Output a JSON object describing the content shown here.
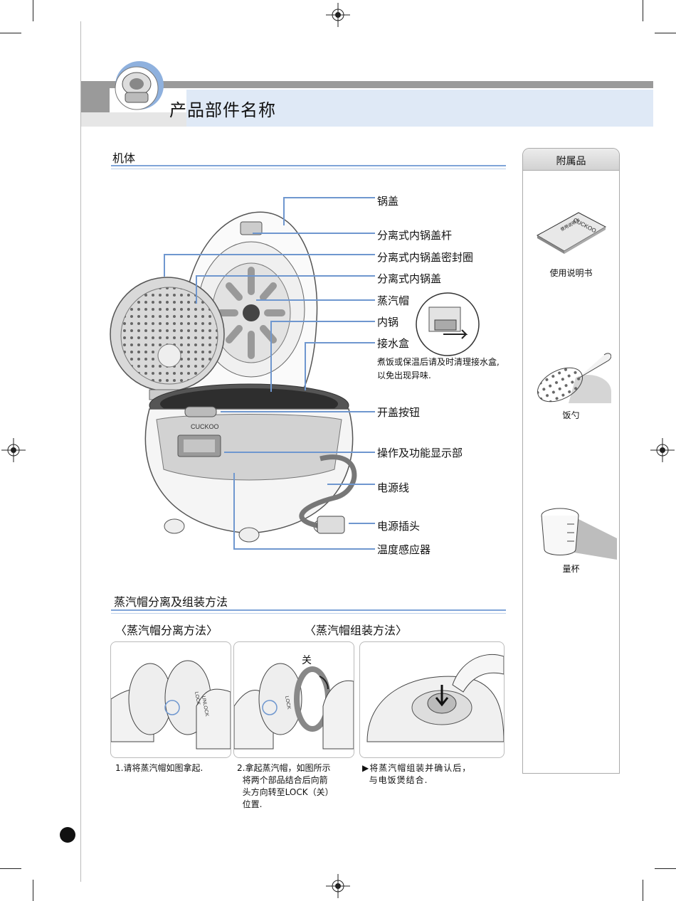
{
  "header": {
    "title": "产品部件名称"
  },
  "body_section": {
    "title": "机体",
    "parts": [
      {
        "label": "锅盖"
      },
      {
        "label": "分离式内锅盖杆"
      },
      {
        "label": "分离式内锅盖密封圈"
      },
      {
        "label": "分离式内锅盖"
      },
      {
        "label": "蒸汽帽"
      },
      {
        "label": "内锅"
      },
      {
        "label": "接水盒"
      },
      {
        "label": "开盖按钮"
      },
      {
        "label": "操作及功能显示部"
      },
      {
        "label": "电源线"
      },
      {
        "label": "电源插头"
      },
      {
        "label": "温度感应器"
      }
    ],
    "water_box_note": [
      "煮饭或保温后请及时清理接水盒,",
      "以免出现异味."
    ],
    "brand": "CUCKOO"
  },
  "steam_section": {
    "title": "蒸汽帽分离及组装方法",
    "detach_title": "〈蒸汽帽分离方法〉",
    "assemble_title": "〈蒸汽帽组装方法〉",
    "close_marker": "关",
    "lock_text": "LOCK",
    "unlock_text": "UNLOCK",
    "steps": [
      {
        "lines": [
          "1.请将蒸汽帽如图拿起."
        ]
      },
      {
        "lines": [
          "2.拿起蒸汽帽，如图所示",
          "  将两个部品结合后向箭",
          "  头方向转至LOCK（关）",
          "  位置."
        ]
      },
      {
        "lines": [
          "▶将蒸汽帽组装并确认后，",
          "  与电饭煲结合."
        ]
      }
    ]
  },
  "accessories": {
    "title": "附属品",
    "items": [
      {
        "label": "使用说明书",
        "book_text": "CUCKOO",
        "book_sub": "使用说明书"
      },
      {
        "label": "饭勺"
      },
      {
        "label": "量杯"
      }
    ]
  },
  "colors": {
    "accent_blue": "#6f97cf",
    "header_band": "#dfe9f6",
    "header_grey": "#9a9a9a"
  }
}
